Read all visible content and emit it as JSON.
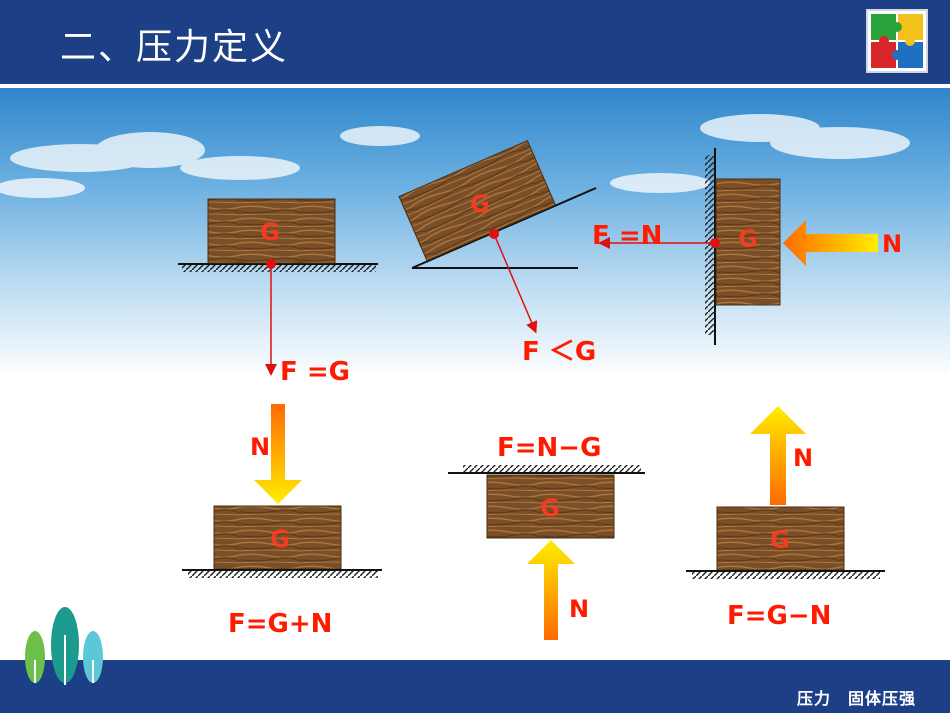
{
  "title": "二、压力定义",
  "footer": "压力　固体压强",
  "labels": {
    "g": "G",
    "n": "N",
    "f": "F"
  },
  "equations": {
    "flat": "F =G",
    "incline": "F ＜G",
    "wall": "F =N",
    "push_down": "F=G+N",
    "ceiling": "F=N−G",
    "pull_up": "F=G−N"
  },
  "colors": {
    "header": "#1d3f86",
    "red_text": "#ff1a00",
    "blue_text": "#2b3aa8",
    "force_line": "#e01010",
    "arrow_orange": "#ff8a00",
    "arrow_yellow": "#ffe600",
    "wood": "#8a5a2b"
  },
  "icons": [
    "puzzle-logo-icon",
    "trees-logo-icon"
  ]
}
